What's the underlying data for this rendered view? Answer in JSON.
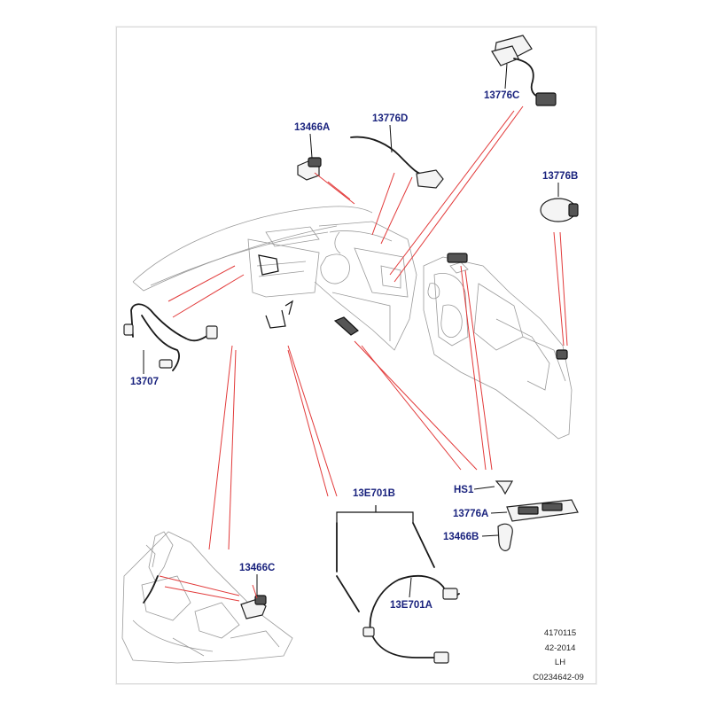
{
  "callouts": {
    "c13466A": "13466A",
    "c13776D": "13776D",
    "c13776C": "13776C",
    "c13776B": "13776B",
    "c13707": "13707",
    "cHS1": "HS1",
    "c13E701B": "13E701B",
    "c13776A": "13776A",
    "c13466B": "13466B",
    "c13466C": "13466C",
    "c13E701A": "13E701A"
  },
  "info_block": {
    "line1": "4170115",
    "line2": "42-2014",
    "line3": "LH",
    "line4": "C0234642-09"
  },
  "colors": {
    "callout_text": "#1a237e",
    "leader_line": "#e23a3a"
  }
}
